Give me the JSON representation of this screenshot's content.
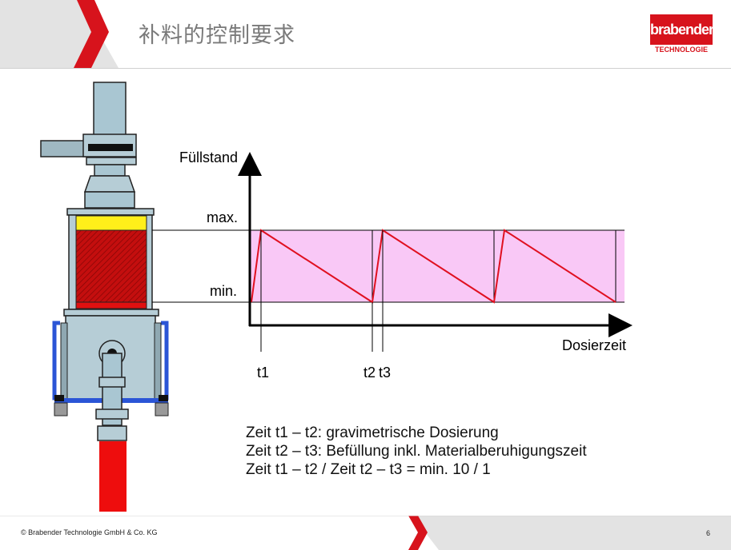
{
  "header": {
    "title": "补料的控制要求",
    "logo_text": "brabender",
    "logo_subtext": "TECHNOLOGIE"
  },
  "chart": {
    "ylabel": "Füllstand",
    "xlabel": "Dosierzeit",
    "level_max": "max.",
    "level_min": "min.",
    "ticks": [
      "t1",
      "t2",
      "t3"
    ]
  },
  "legend": {
    "line1": "Zeit t1 – t2: gravimetrische Dosierung",
    "line2": "Zeit t2 – t3: Befüllung inkl. Materialberuhigungszeit",
    "line3": "Zeit t1 – t2 / Zeit t2 – t3 = min. 10 / 1"
  },
  "footer": {
    "copyright": "© Brabender Technologie GmbH & Co. KG",
    "page_number": "6"
  },
  "colors": {
    "accent_red": "#d7131c",
    "fill_band": "#f9c8f6",
    "sawtooth": "#e01020"
  }
}
